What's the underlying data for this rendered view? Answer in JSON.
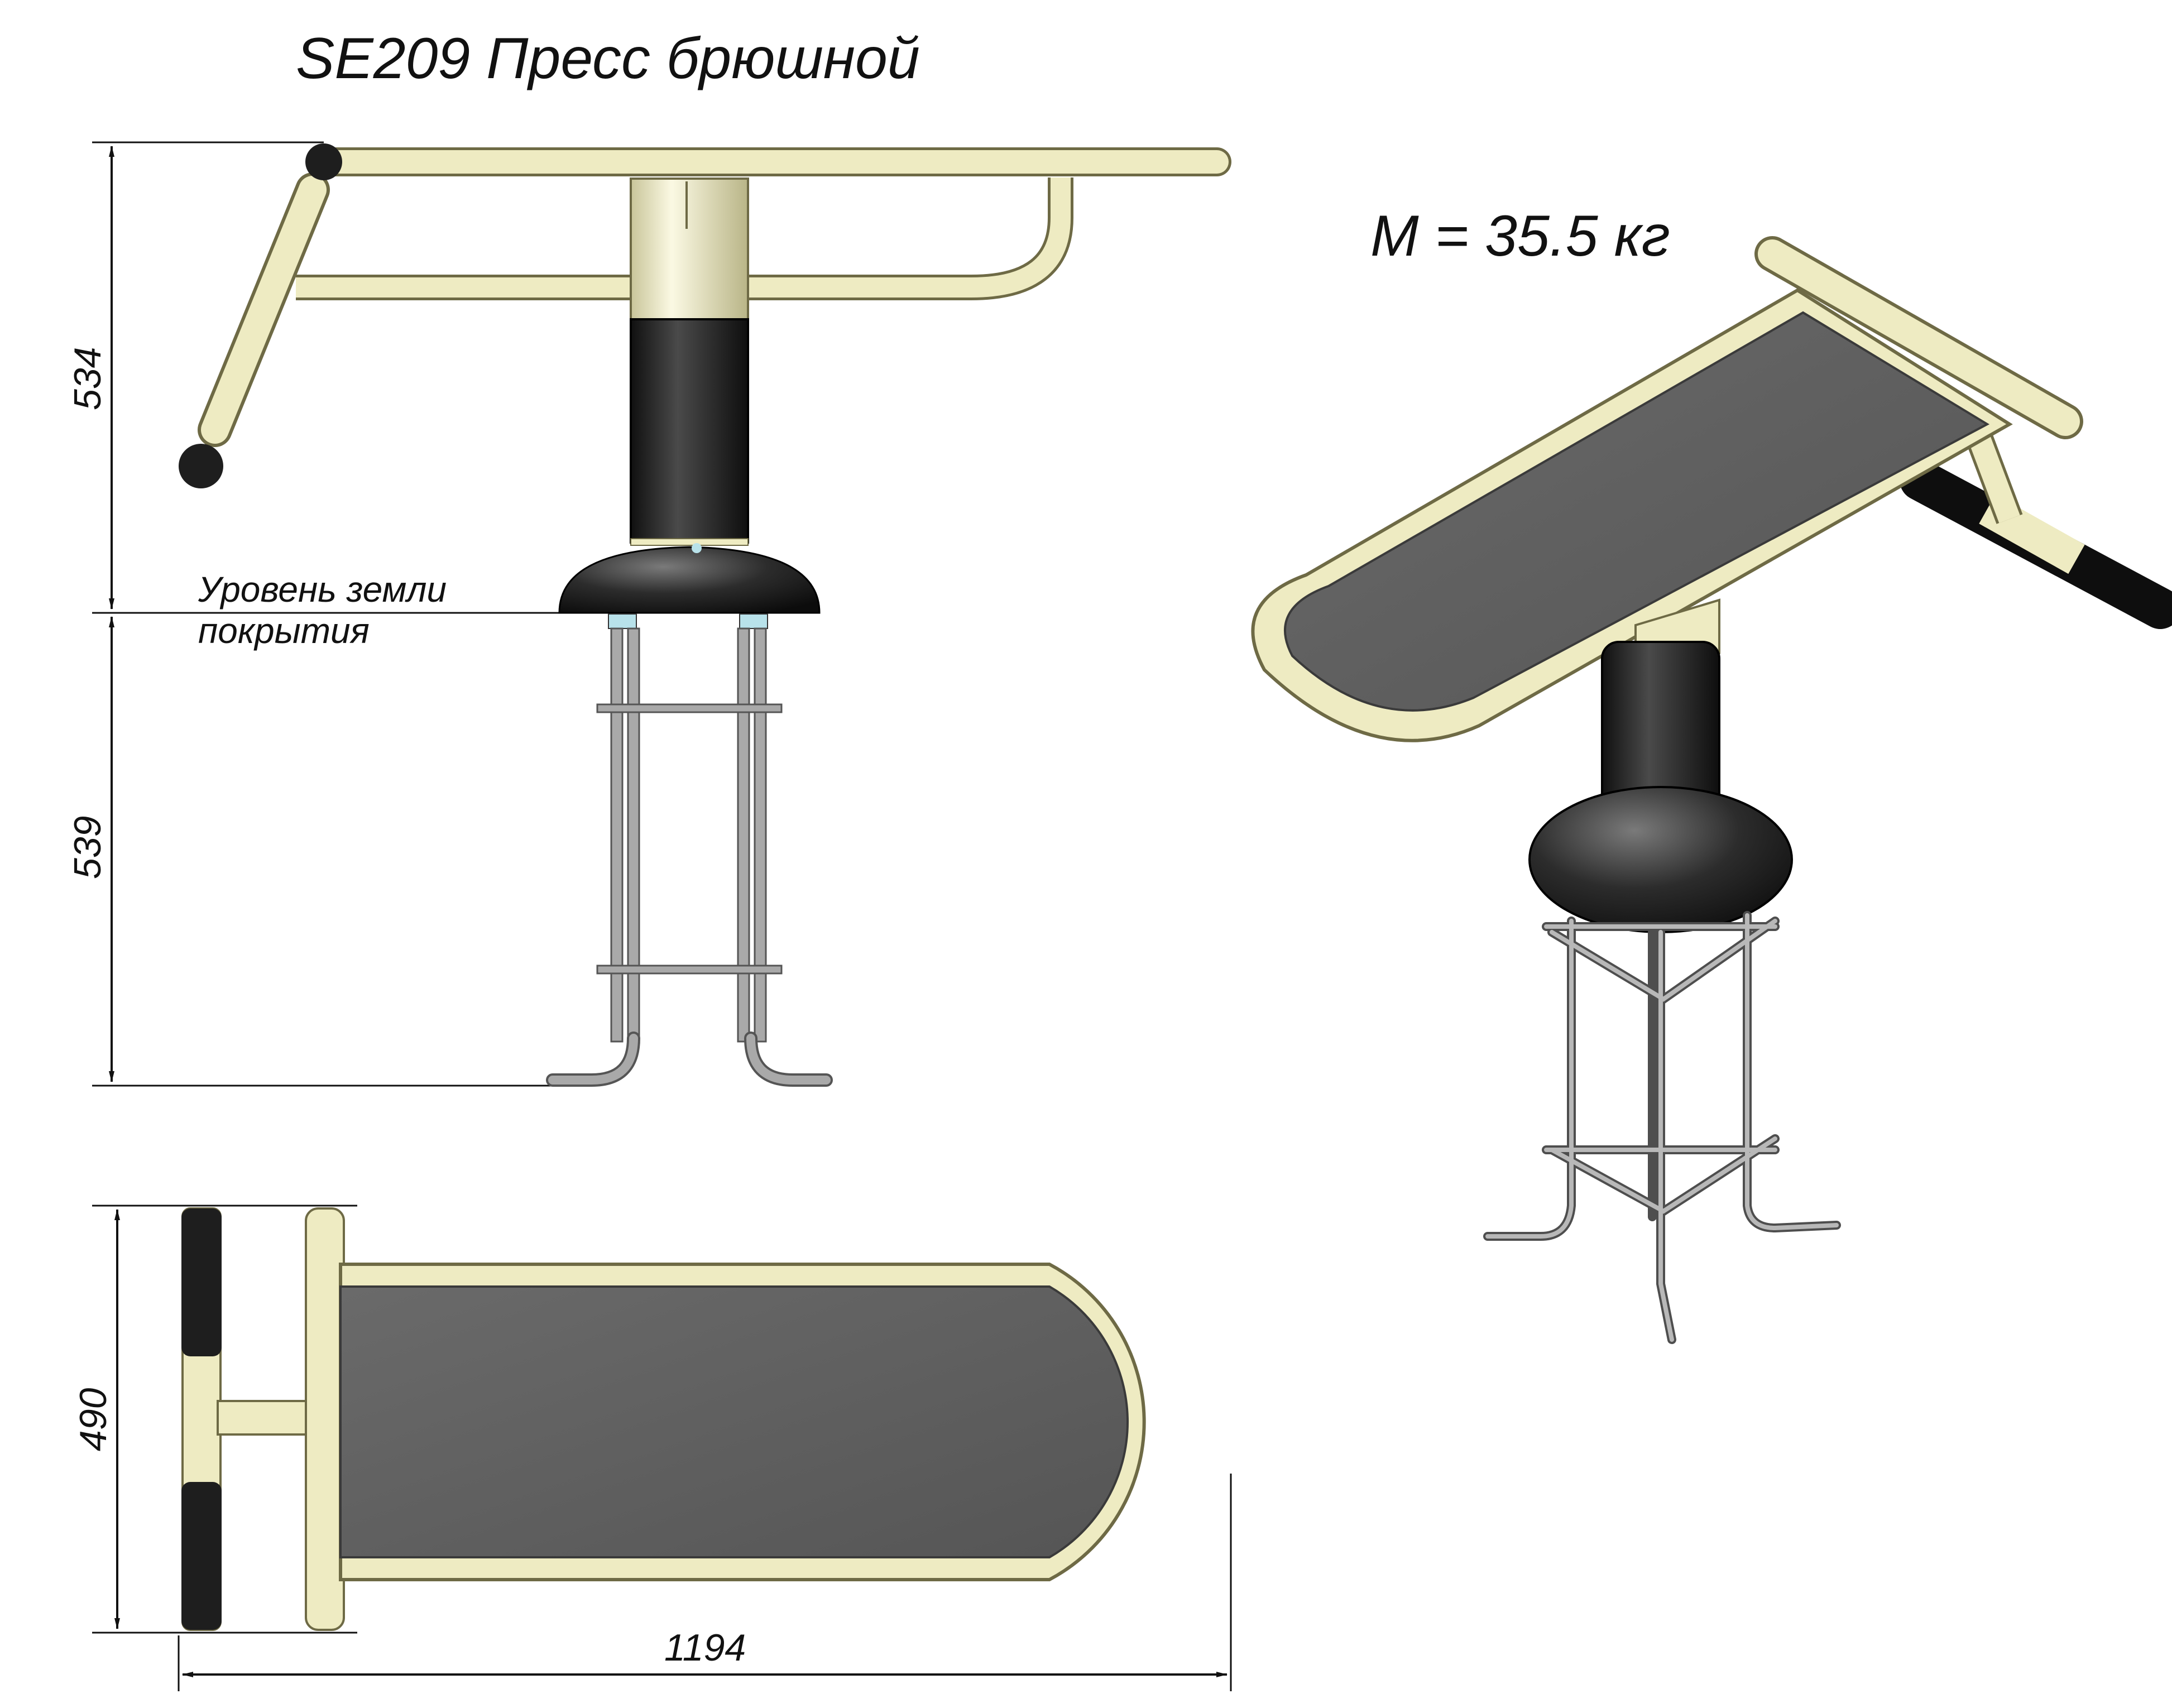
{
  "title": "SE209 Пресс брюшной",
  "mass": "M = 35.5 кг",
  "ground_label": {
    "line1": "Уровень земли",
    "line2": "покрытия"
  },
  "dimensions": {
    "height_above_ground": "534",
    "depth_below_ground": "539",
    "width": "490",
    "length": "1194"
  },
  "colors": {
    "frame": "#EEEBC2",
    "frame_stroke": "#6E6A45",
    "pad": "#5E5E5E",
    "black": "#1E1E1E",
    "anchor": "#A9A9A9",
    "bolt": "#B8E2EA",
    "dim_line": "#111111"
  }
}
